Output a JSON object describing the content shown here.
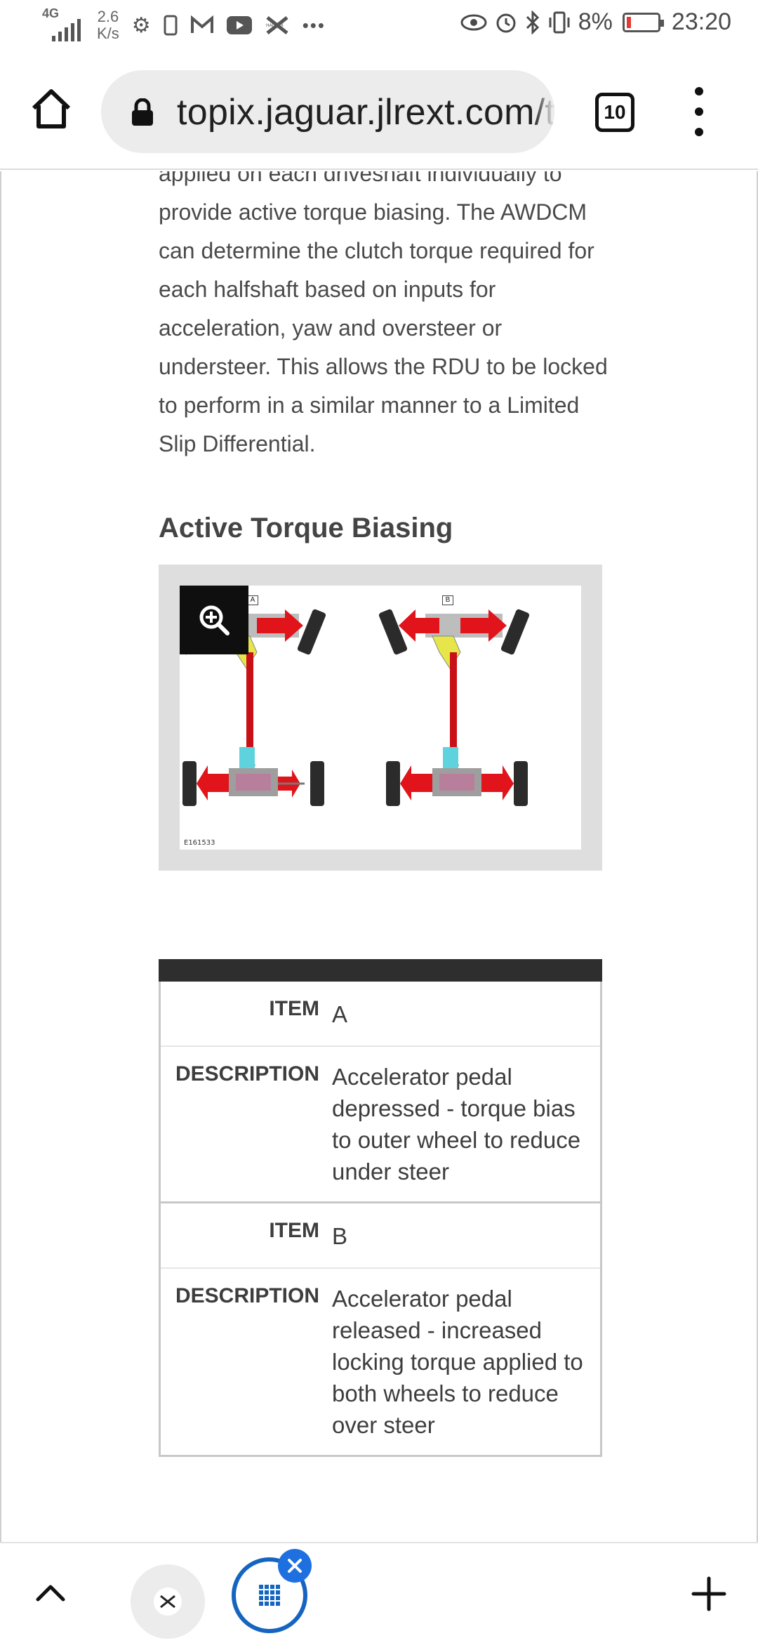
{
  "status_bar": {
    "network": "4G",
    "speed_value": "2.6",
    "speed_unit": "K/s",
    "battery_percent": "8%",
    "time": "23:20",
    "notification_icons": [
      "gear-icon",
      "sim-icon",
      "gmail-icon",
      "youtube-icon",
      "halifax-icon",
      "more-icon"
    ],
    "system_icons": [
      "eye-icon",
      "alarm-icon",
      "bluetooth-icon",
      "vibrate-icon"
    ],
    "battery_level": 0.08
  },
  "browser": {
    "url": "topix.jaguar.jlrext.com/topix",
    "tab_count": "10"
  },
  "article": {
    "paragraph": "applied on each driveshaft individually to provide active torque biasing. The AWDCM can determine the clutch torque required for each halfshaft based on inputs for acceleration, yaw and oversteer or understeer. This allows the RDU to be locked to perform in a similar manner to a Limited Slip Differential.",
    "section_title": "Active Torque Biasing",
    "figure": {
      "label_a": "A",
      "label_b": "B",
      "code": "E161533"
    },
    "table": [
      {
        "item_key": "ITEM",
        "item_value": "A",
        "desc_key": "DESCRIPTION",
        "desc_value": "Accelerator pedal depressed - torque bias to outer wheel to reduce under steer"
      },
      {
        "item_key": "ITEM",
        "item_value": "B",
        "desc_key": "DESCRIPTION",
        "desc_value": "Accelerator pedal released - increased locking torque applied to both wheels to reduce over steer"
      }
    ]
  },
  "colors": {
    "accent_blue": "#1565c0",
    "arrow_red": "#e0141a",
    "table_header": "#2e2e2e"
  }
}
